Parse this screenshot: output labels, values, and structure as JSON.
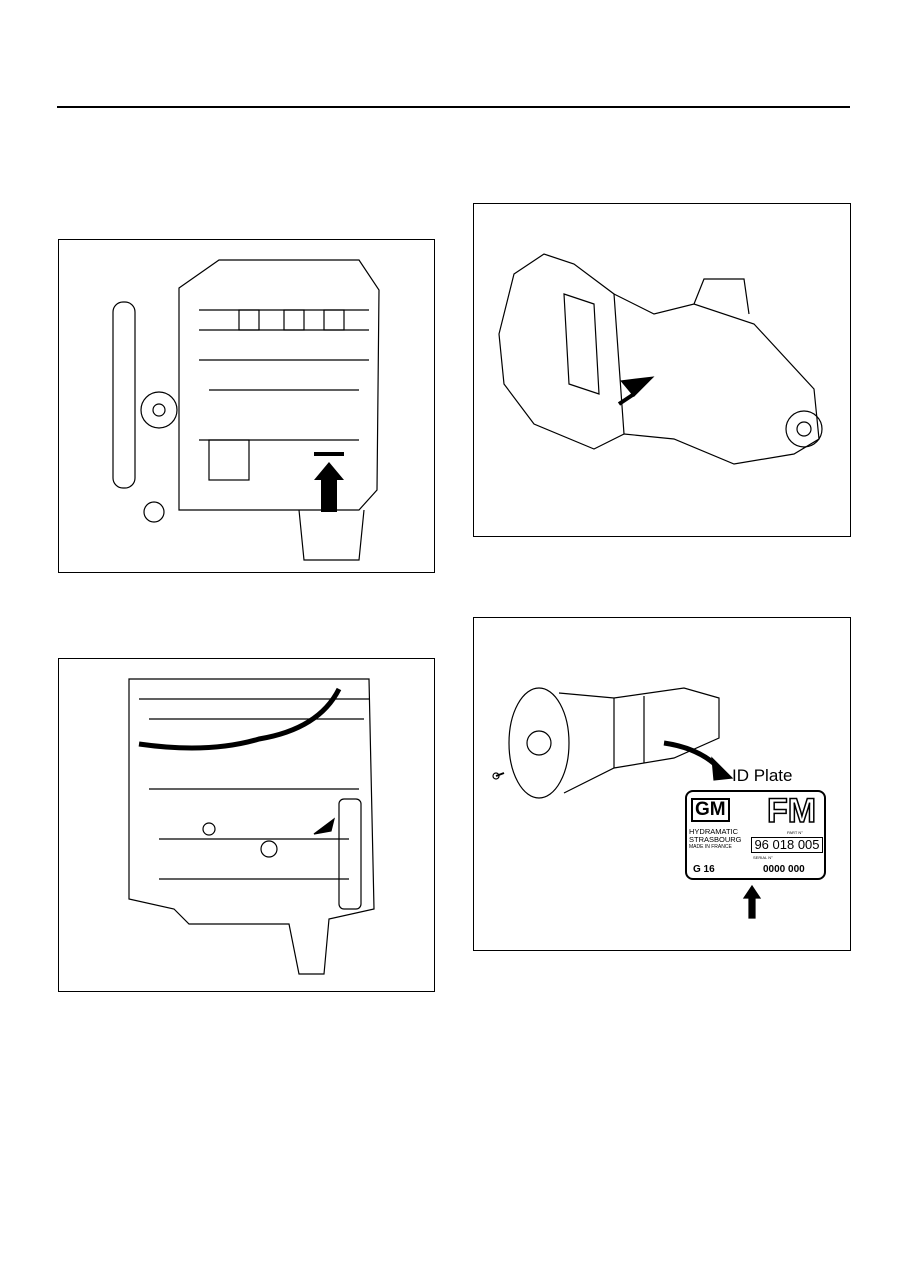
{
  "figures": [
    {
      "subject": "engine-front-view",
      "arrow": "up"
    },
    {
      "subject": "engine-side-view",
      "arrow": "diagonal"
    },
    {
      "subject": "manual-transmission",
      "arrow": "diagonal"
    },
    {
      "subject": "automatic-transmission",
      "arrow": "curved"
    }
  ],
  "id_plate": {
    "label": "ID  Plate",
    "brand": "GM",
    "code": "FM",
    "line1": "HYDRAMATIC",
    "line2": "STRASBOURG",
    "line3": "MADE IN FRANCE",
    "part_label": "PART N°",
    "part_number": "96 018 005",
    "serial_label": "SERIAL N°",
    "model": "G 16",
    "serial_number": "0000 000"
  }
}
